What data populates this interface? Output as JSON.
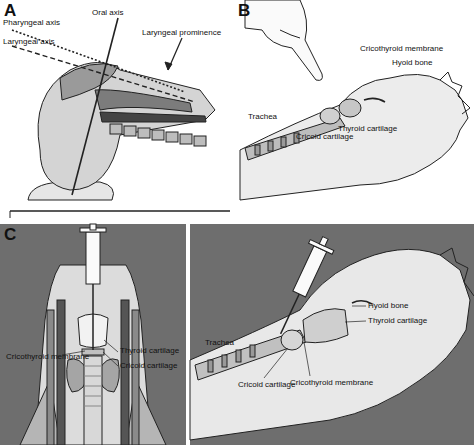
{
  "diagram": {
    "labels": [
      "A",
      "Pharyngeal axis",
      "Oral axis",
      "Laryngeal axis",
      "Laryngeal prominence",
      "B",
      "Cricothyroid membrane",
      "Hyoid bone",
      "Trachea",
      "Cricoid cartilage",
      "Thyroid cartilage",
      "C",
      "Cricothyroid membrane",
      "Thyroid cartilage",
      "Cricoid cartilage",
      "Hyoid bone",
      "Thyroid cartilage",
      "Trachea",
      "Cricoid cartilage",
      "Cricothyroid membrane"
    ]
  }
}
